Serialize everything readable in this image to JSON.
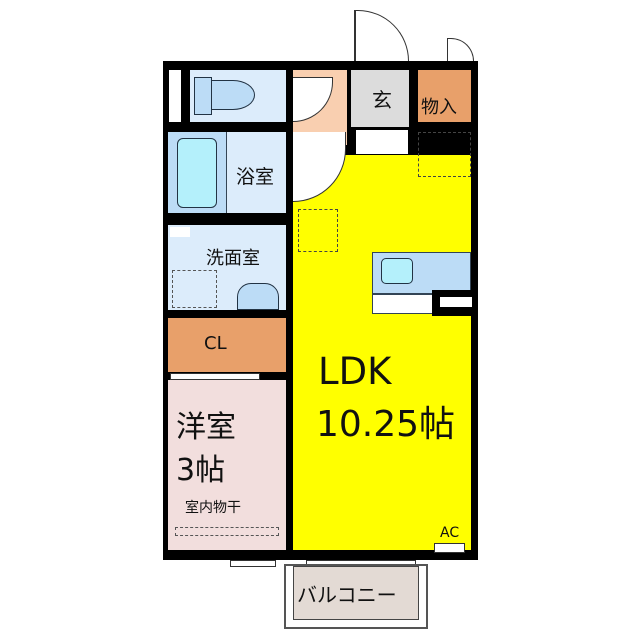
{
  "floorplan": {
    "rooms": {
      "entrance": {
        "label": "玄",
        "color": "#dcdcdc"
      },
      "storage": {
        "label": "物入",
        "color": "#e8a06a"
      },
      "bathroom": {
        "label": "浴室",
        "color": "#dcecfb"
      },
      "washroom": {
        "label": "洗面室",
        "color": "#dcecfb"
      },
      "closet": {
        "label": "CL",
        "color": "#e8a06a"
      },
      "western_room": {
        "label": "洋室",
        "size": "3帖",
        "note": "室内物干",
        "color": "#f2dedd"
      },
      "ldk": {
        "label": "LDK",
        "size": "10.25帖",
        "color": "#ffff00"
      },
      "balcony": {
        "label": "バルコニー",
        "color": "#e3dad4"
      },
      "hallway": {
        "color": "#f9cfb0"
      },
      "toilet": {
        "color": "#dcecfb"
      }
    },
    "equipment": {
      "ac_label": "AC"
    },
    "colors": {
      "wall": "#000000",
      "fixture_blue": "#bcdcf6",
      "fixture_cyan": "#b4f0fb"
    }
  }
}
